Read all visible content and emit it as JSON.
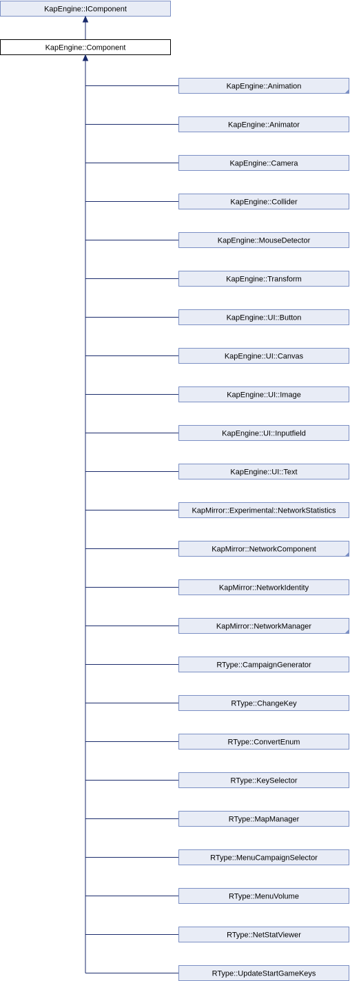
{
  "base": {
    "label": "KapEngine::IComponent"
  },
  "current": {
    "label": "KapEngine::Component"
  },
  "derived": [
    {
      "label": "KapEngine::Animation",
      "has_more": true
    },
    {
      "label": "KapEngine::Animator",
      "has_more": false
    },
    {
      "label": "KapEngine::Camera",
      "has_more": false
    },
    {
      "label": "KapEngine::Collider",
      "has_more": false
    },
    {
      "label": "KapEngine::MouseDetector",
      "has_more": false
    },
    {
      "label": "KapEngine::Transform",
      "has_more": false
    },
    {
      "label": "KapEngine::UI::Button",
      "has_more": false
    },
    {
      "label": "KapEngine::UI::Canvas",
      "has_more": false
    },
    {
      "label": "KapEngine::UI::Image",
      "has_more": false
    },
    {
      "label": "KapEngine::UI::Inputfield",
      "has_more": false
    },
    {
      "label": "KapEngine::UI::Text",
      "has_more": false
    },
    {
      "label": "KapMirror::Experimental::NetworkStatistics",
      "has_more": false
    },
    {
      "label": "KapMirror::NetworkComponent",
      "has_more": true
    },
    {
      "label": "KapMirror::NetworkIdentity",
      "has_more": false
    },
    {
      "label": "KapMirror::NetworkManager",
      "has_more": true
    },
    {
      "label": "RType::CampaignGenerator",
      "has_more": false
    },
    {
      "label": "RType::ChangeKey",
      "has_more": false
    },
    {
      "label": "RType::ConvertEnum",
      "has_more": false
    },
    {
      "label": "RType::KeySelector",
      "has_more": false
    },
    {
      "label": "RType::MapManager",
      "has_more": false
    },
    {
      "label": "RType::MenuCampaignSelector",
      "has_more": false
    },
    {
      "label": "RType::MenuVolume",
      "has_more": false
    },
    {
      "label": "RType::NetStatViewer",
      "has_more": false
    },
    {
      "label": "RType::UpdateStartGameKeys",
      "has_more": false
    }
  ]
}
